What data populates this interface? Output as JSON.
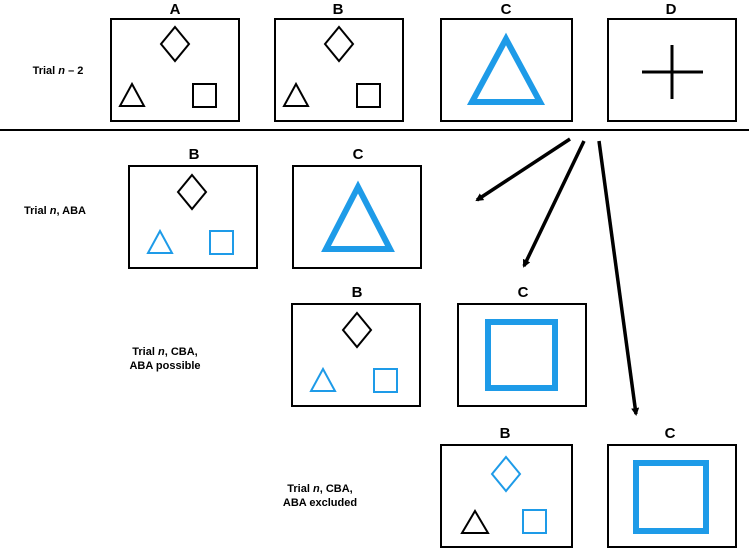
{
  "colors": {
    "highlight": "#1e9be8",
    "ink": "#000000"
  },
  "top_row": {
    "label_prefix": "Trial",
    "label_var": "n",
    "label_suffix": "– 2",
    "panels": [
      {
        "letter": "A",
        "content": "triangle-square-diamond"
      },
      {
        "letter": "B",
        "content": "triangle-square-diamond"
      },
      {
        "letter": "C",
        "content": "big-triangle-icon"
      },
      {
        "letter": "D",
        "content": "fixation-cross-icon"
      }
    ]
  },
  "row_aba": {
    "label_prefix": "Trial",
    "label_var": "n",
    "label_suffix": ", ABA",
    "panels": [
      {
        "letter": "B",
        "content": "small-shapes-blue-triangle-square"
      },
      {
        "letter": "C",
        "content": "big-triangle-icon"
      }
    ]
  },
  "row_cba_possible": {
    "label_prefix": "Trial",
    "label_var": "n",
    "label_suffix": ", CBA,",
    "label_line2": "ABA possible",
    "panels": [
      {
        "letter": "B",
        "content": "small-shapes-blue-triangle-square"
      },
      {
        "letter": "C",
        "content": "big-square-icon"
      }
    ]
  },
  "row_cba_excluded": {
    "label_prefix": "Trial",
    "label_var": "n",
    "label_suffix": ", CBA,",
    "label_line2": "ABA excluded",
    "panels": [
      {
        "letter": "B",
        "content": "small-shapes-blue-diamond-square"
      },
      {
        "letter": "C",
        "content": "big-square-icon"
      }
    ]
  }
}
